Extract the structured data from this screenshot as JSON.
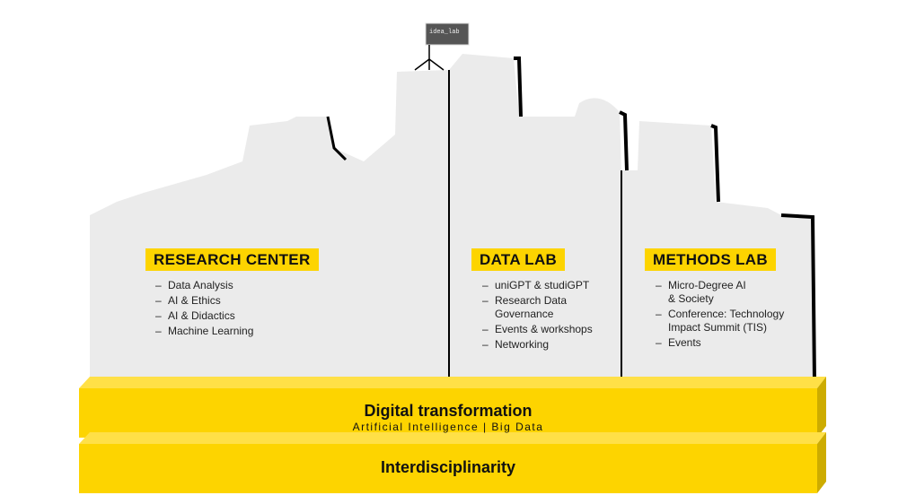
{
  "logo": {
    "text": "idea_lab"
  },
  "buildings": [
    {
      "title": "RESEARCH CENTER",
      "items": [
        "Data Analysis",
        "AI & Ethics",
        "AI & Didactics",
        "Machine Learning"
      ]
    },
    {
      "title": "DATA LAB",
      "items": [
        "uniGPT & studiGPT",
        "Research Data Governance",
        "Events & workshops",
        "Networking"
      ]
    },
    {
      "title": "METHODS LAB",
      "items": [
        "Micro-Degree AI & Society",
        "Conference: Technology Impact Summit (TIS)",
        "Events"
      ]
    }
  ],
  "foundation": {
    "layer1_title": "Digital transformation",
    "layer1_subtitle": "Artificial Intelligence | Big Data",
    "layer2_title": "Interdisciplinarity"
  },
  "colors": {
    "accent": "#fdd400",
    "building": "#ebebeb",
    "outline": "#000000"
  }
}
